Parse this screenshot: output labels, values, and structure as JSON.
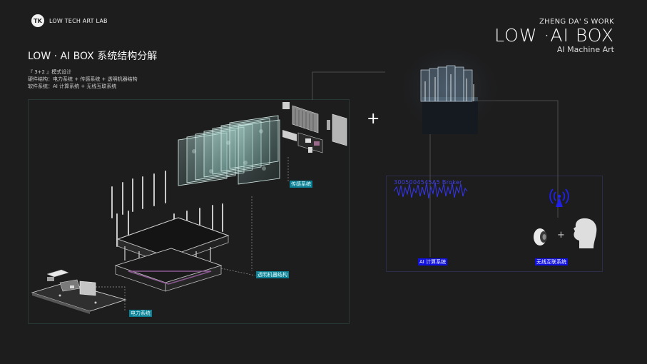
{
  "lab": {
    "mark": "TK",
    "name": "LOW TECH ART LAB"
  },
  "brand": {
    "work": "ZHENG DA' S WORK",
    "title": "LOW ·AI BOX",
    "subtitle": "AI Machine Art"
  },
  "page_title": "LOW · AI BOX 系统结构分解",
  "description": [
    "『 3+2 』模式设计",
    "硬件结构：电力系统 + 传感系统 + 透明机器结构",
    "软件系统：AI 计算系统 + 无线互联系统"
  ],
  "tags": {
    "sensor": "传感系统",
    "structure": "透明机器结构",
    "power": "电力系统",
    "ai": "AI 计算系统",
    "wireless": "无线互联系统"
  },
  "wave_caption": "3005004545A5 Broker",
  "plus": "+",
  "colors": {
    "background": "#1d1d1e",
    "cyan_tag": "#0a7f93",
    "blue_tag": "#1010e0",
    "wave": "#3535f0"
  }
}
